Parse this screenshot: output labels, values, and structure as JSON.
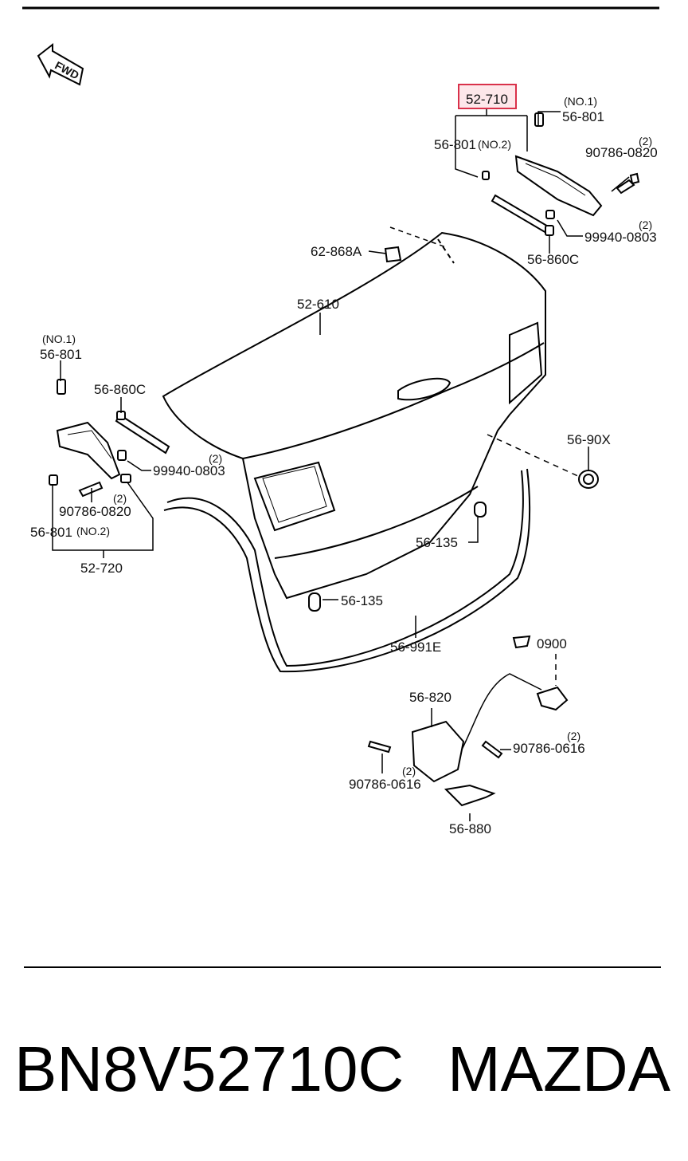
{
  "diagram": {
    "fwd_label": "FWD",
    "highlight_color": "#d9314a",
    "labels": {
      "l_52710": "52-710",
      "l_no1_a": "(NO.1)",
      "l_56801_a": "56-801",
      "l_56801_b": "56-801",
      "l_no2_b": "(NO.2)",
      "l_2_a": "(2)",
      "l_90786_0820_a": "90786-0820",
      "l_2_b": "(2)",
      "l_99940_0803_a": "99940-0803",
      "l_56860c_a": "56-860C",
      "l_62868a": "62-868A",
      "l_52610": "52-610",
      "l_no1_c": "(NO.1)",
      "l_56801_c": "56-801",
      "l_56860c_b": "56-860C",
      "l_2_c": "(2)",
      "l_99940_0803_b": "99940-0803",
      "l_2_d": "(2)",
      "l_90786_0820_b": "90786-0820",
      "l_56801_d": "56-801",
      "l_no2_d": "(NO.2)",
      "l_52720": "52-720",
      "l_5690x": "56-90X",
      "l_56135_a": "56-135",
      "l_56135_b": "56-135",
      "l_56991e": "56-991E",
      "l_0900": "0900",
      "l_56820": "56-820",
      "l_2_e": "(2)",
      "l_90786_0616_a": "90786-0616",
      "l_2_f": "(2)",
      "l_90786_0616_b": "90786-0616",
      "l_56880": "56-880"
    }
  },
  "footer": {
    "part_number": "BN8V52710C",
    "brand": "MAZDA"
  }
}
